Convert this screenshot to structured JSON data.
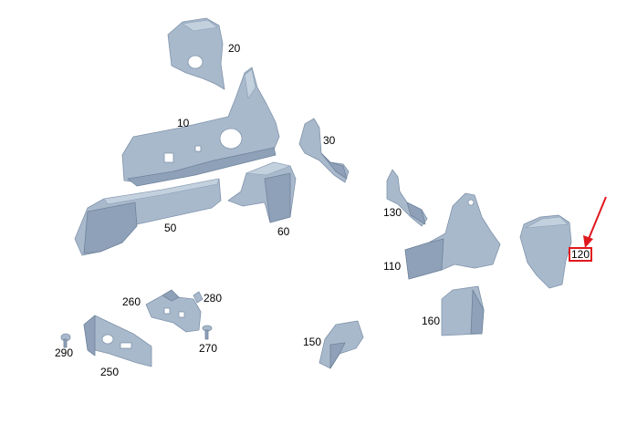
{
  "parts": [
    {
      "id": "p20",
      "label": "20"
    },
    {
      "id": "p10",
      "label": "10"
    },
    {
      "id": "p30",
      "label": "30"
    },
    {
      "id": "p50",
      "label": "50"
    },
    {
      "id": "p60",
      "label": "60"
    },
    {
      "id": "p130",
      "label": "130"
    },
    {
      "id": "p110",
      "label": "110"
    },
    {
      "id": "p120",
      "label": "120",
      "highlighted": true
    },
    {
      "id": "p160",
      "label": "160"
    },
    {
      "id": "p260",
      "label": "260"
    },
    {
      "id": "p280",
      "label": "280"
    },
    {
      "id": "p270",
      "label": "270"
    },
    {
      "id": "p290",
      "label": "290"
    },
    {
      "id": "p250",
      "label": "250"
    },
    {
      "id": "p150",
      "label": "150"
    }
  ],
  "colors": {
    "part_fill": "#a9b9cc",
    "highlight": "#e0191e"
  }
}
